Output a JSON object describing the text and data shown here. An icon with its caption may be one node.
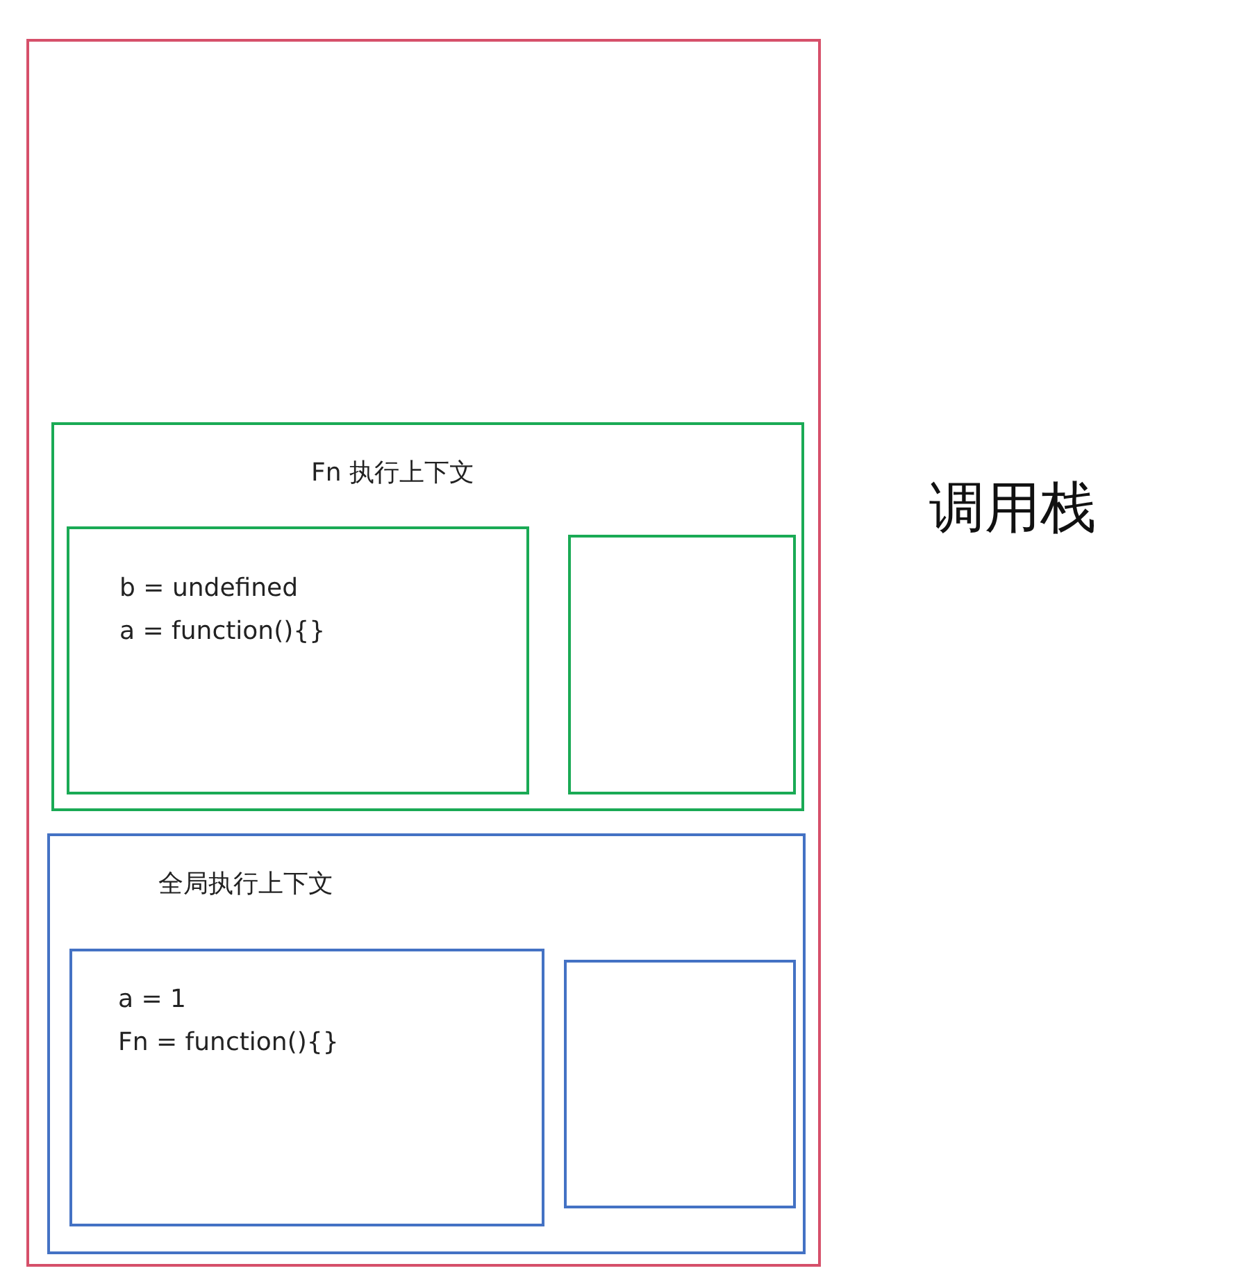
{
  "diagram": {
    "nodes": [
      {
        "text": [],
        "shape": "box",
        "beside": [
          "调用栈"
        ]
      },
      {
        "text": [
          "Fn 执行上下文"
        ],
        "in": 0
      },
      {
        "text": [
          "b = undefined",
          "a = function(){}"
        ],
        "in": 1
      },
      {
        "text": [],
        "shape": "box",
        "in": 1
      },
      {
        "text": [
          "全局执行上下文"
        ],
        "in": 0
      },
      {
        "text": [
          "a = 1",
          "Fn = function(){}"
        ],
        "in": 4
      },
      {
        "text": [],
        "shape": "box",
        "in": 4
      }
    ]
  }
}
